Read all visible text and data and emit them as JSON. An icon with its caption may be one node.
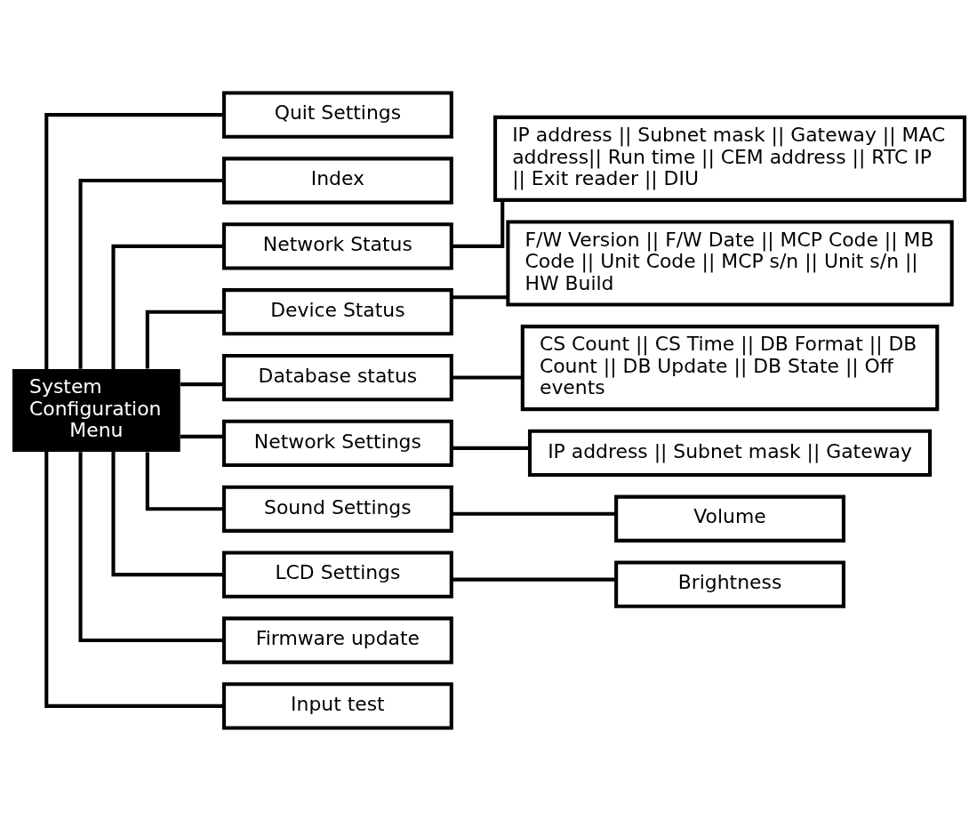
{
  "diagram": {
    "nodes": [
      {
        "text": [
          "System Configuration Menu"
        ]
      },
      {
        "text": [
          "Quit Settings"
        ]
      },
      {
        "text": [
          "Index"
        ]
      },
      {
        "text": [
          "Network Status"
        ]
      },
      {
        "text": [
          "IP address || Subnet mask || Gateway || MAC address|| Run time || CEM address || RTC IP || Exit reader || DIU"
        ]
      },
      {
        "text": [
          "Device Status"
        ]
      },
      {
        "text": [
          "F/W Version || F/W Date || MCP Code || MB Code || Unit Code || MCP s/n || Unit s/n || HW Build"
        ]
      },
      {
        "text": [
          "Database status"
        ]
      },
      {
        "text": [
          "CS Count || CS Time || DB Format || DB Count || DB Update || DB State || Off events"
        ]
      },
      {
        "text": [
          "Network Settings"
        ]
      },
      {
        "text": [
          "IP address || Subnet mask || Gateway"
        ]
      },
      {
        "text": [
          "Sound Settings"
        ]
      },
      {
        "text": [
          "Volume"
        ]
      },
      {
        "text": [
          "LCD Settings"
        ]
      },
      {
        "text": [
          "Brightness"
        ]
      },
      {
        "text": [
          "Firmware update"
        ]
      },
      {
        "text": [
          "Input test"
        ]
      }
    ],
    "edges": [
      {
        "from": 0,
        "to": 1,
        "arrow": "none"
      },
      {
        "from": 0,
        "to": 2,
        "arrow": "none"
      },
      {
        "from": 0,
        "to": 3,
        "arrow": "none"
      },
      {
        "from": 0,
        "to": 5,
        "arrow": "none"
      },
      {
        "from": 0,
        "to": 7,
        "arrow": "none"
      },
      {
        "from": 0,
        "to": 9,
        "arrow": "none"
      },
      {
        "from": 0,
        "to": 11,
        "arrow": "none"
      },
      {
        "from": 0,
        "to": 13,
        "arrow": "none"
      },
      {
        "from": 0,
        "to": 15,
        "arrow": "none"
      },
      {
        "from": 0,
        "to": 16,
        "arrow": "none"
      },
      {
        "from": 3,
        "to": 4,
        "arrow": "none"
      },
      {
        "from": 5,
        "to": 6,
        "arrow": "none"
      },
      {
        "from": 7,
        "to": 8,
        "arrow": "none"
      },
      {
        "from": 9,
        "to": 10,
        "arrow": "none"
      },
      {
        "from": 11,
        "to": 12,
        "arrow": "none"
      },
      {
        "from": 13,
        "to": 14,
        "arrow": "none"
      }
    ]
  }
}
